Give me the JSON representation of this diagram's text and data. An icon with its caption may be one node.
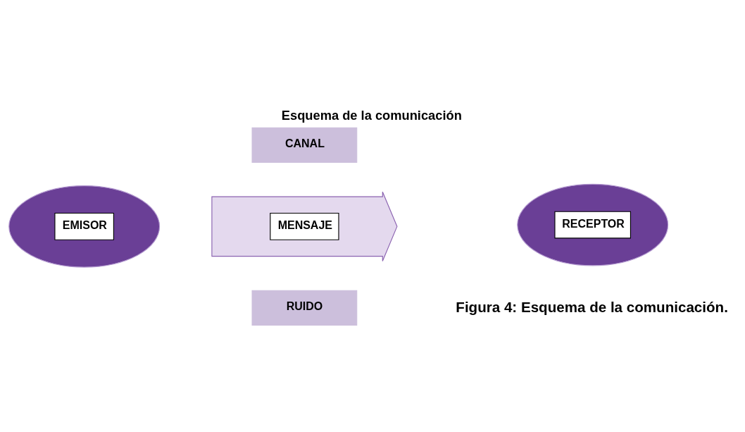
{
  "diagram": {
    "title": "Esquema de la comunicación",
    "caption": "Figura 4: Esquema de la comunicación.",
    "nodes": [
      {
        "text": [
          "CANAL"
        ]
      },
      {
        "text": [
          "EMISOR"
        ]
      },
      {
        "text": [
          "MENSAJE"
        ]
      },
      {
        "text": [
          "RECEPTOR"
        ]
      },
      {
        "text": [
          "RUIDO"
        ]
      }
    ]
  }
}
